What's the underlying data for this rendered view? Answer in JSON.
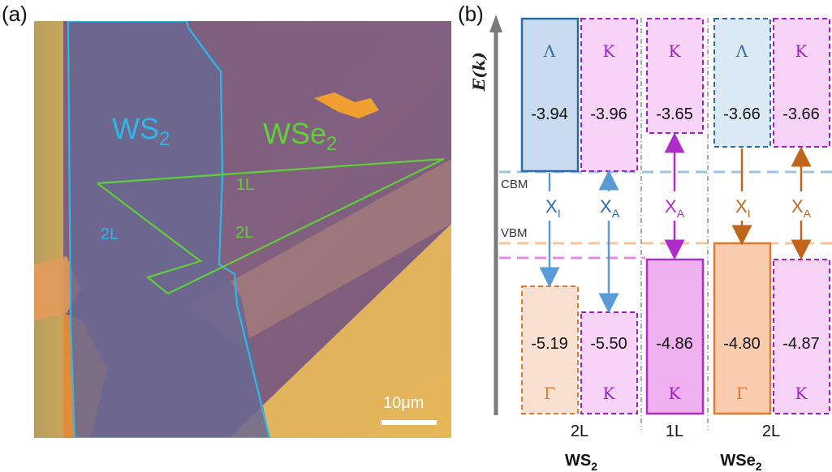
{
  "panel_a": {
    "label": "(a)",
    "ws2_label": "WS",
    "ws2_sub": "2",
    "wse2_label": "WSe",
    "wse2_sub": "2",
    "region_2l_ws2": "2L",
    "region_1l_wse2": "1L",
    "region_2l_wse2": "2L",
    "scalebar": "10μm",
    "colors": {
      "ws2_outline": "#2fb8e6",
      "wse2_outline": "#5fcf3a"
    }
  },
  "panel_b": {
    "label": "(b)",
    "axis_label": "E(k)",
    "cbm_label": "CBM",
    "vbm_label": "VBM",
    "columns": {
      "ws2_2l": {
        "cb": [
          {
            "symbol": "Λ",
            "value": "-3.94"
          },
          {
            "symbol": "K",
            "value": "-3.96"
          }
        ],
        "vb": [
          {
            "symbol": "Γ",
            "value": "-5.19"
          },
          {
            "symbol": "K",
            "value": "-5.50"
          }
        ],
        "transitions": [
          {
            "main": "X",
            "sub": "I"
          },
          {
            "main": "X",
            "sub": "A"
          }
        ]
      },
      "wse2_1l": {
        "cb": [
          {
            "symbol": "K",
            "value": "-3.65"
          }
        ],
        "vb": [
          {
            "symbol": "K",
            "value": "-4.86"
          }
        ],
        "transitions": [
          {
            "main": "X",
            "sub": "A"
          }
        ]
      },
      "wse2_2l": {
        "cb": [
          {
            "symbol": "Λ",
            "value": "-3.66"
          },
          {
            "symbol": "K",
            "value": "-3.66"
          }
        ],
        "vb": [
          {
            "symbol": "Γ",
            "value": "-4.80"
          },
          {
            "symbol": "K",
            "value": "-4.87"
          }
        ],
        "transitions": [
          {
            "main": "X",
            "sub": "I"
          },
          {
            "main": "X",
            "sub": "A"
          }
        ]
      }
    },
    "layer_labels": [
      "2L",
      "1L",
      "2L"
    ],
    "material_labels": [
      {
        "main": "WS",
        "sub": "2"
      },
      {
        "main": "WSe",
        "sub": "2"
      }
    ],
    "colors": {
      "lambda_fill": "#c9dcef",
      "lambda_stroke": "#2d6aa8",
      "k_fill": "#f7d4f7",
      "k_stroke": "#a020c8",
      "k_solid_fill": "#eeb0ee",
      "gamma_fill": "#f9ccb0",
      "gamma_stroke": "#e07a30",
      "ws2_arrow": "#5b9bd5",
      "wse2_1l_arrow": "#b02cc8",
      "wse2_2l_arrow": "#c0651c"
    }
  }
}
